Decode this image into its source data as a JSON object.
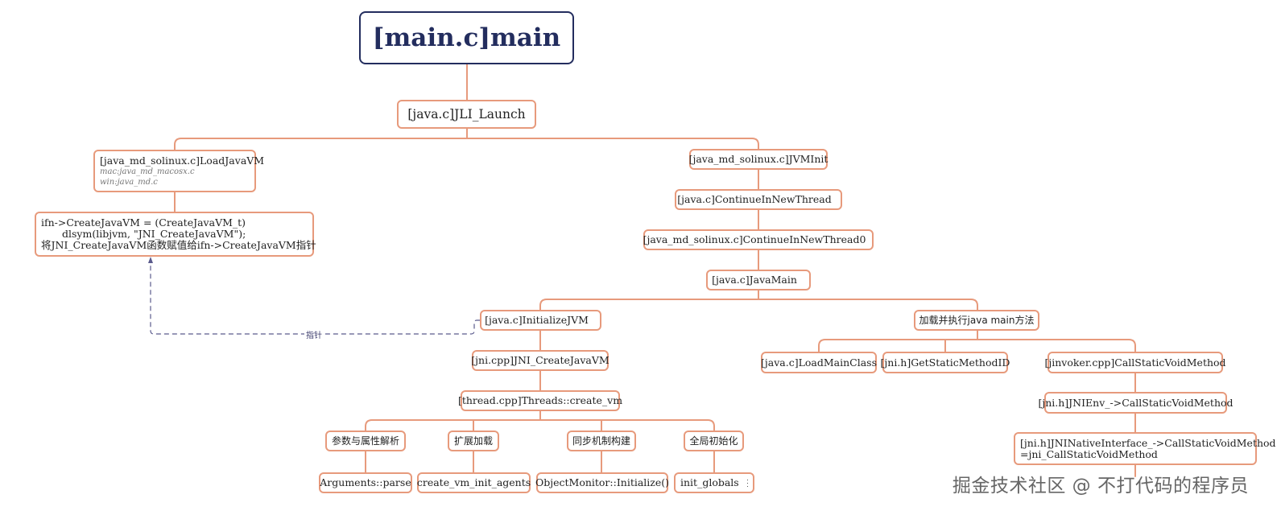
{
  "colors": {
    "edge": "#e79a7c",
    "root_border": "#232d5e",
    "pointer": "#5a5a8c"
  },
  "nodes": {
    "main": "[main.c]main",
    "jli_launch": "[java.c]JLI_Launch",
    "load_java_vm": "[java_md_solinux.c]LoadJavaVM",
    "load_java_vm_mac": "mac:java_md_macosx.c",
    "load_java_vm_win": "win:java_md.c",
    "ifn_line1": "ifn->CreateJavaVM = (CreateJavaVM_t)",
    "ifn_line2": "dlsym(libjvm, \"JNI_CreateJavaVM\");",
    "ifn_line3": "将JNI_CreateJavaVM函数赋值给ifn->CreateJavaVM指针",
    "jvm_init": "[java_md_solinux.c]JVMInit",
    "continue_new_thread": "[java.c]ContinueInNewThread",
    "continue_new_thread0": "[java_md_solinux.c]ContinueInNewThread0",
    "java_main": "[java.c]JavaMain",
    "initialize_jvm": "[java.c]InitializeJVM",
    "jni_create_java_vm": "[jni.cpp]JNI_CreateJavaVM",
    "threads_create_vm": "[thread.cpp]Threads::create_vm",
    "args_parse_cn": "参数与属性解析",
    "ext_load_cn": "扩展加载",
    "sync_build_cn": "同步机制构建",
    "global_init_cn": "全局初始化",
    "arguments_parse": "Arguments::parse",
    "create_vm_init_agents": "create_vm_init_agents",
    "object_monitor_init": "ObjectMonitor::Initialize()",
    "init_globals": "init_globals",
    "load_exec_main_cn": "加载并执行java main方法",
    "load_main_class": "[java.c]LoadMainClass",
    "get_static_method_id": "[jni.h]GetStaticMethodID",
    "call_static_void_method": "[jinvoker.cpp]CallStaticVoidMethod",
    "jni_env_call": "[jni.h]JNIEnv_->CallStaticVoidMethod",
    "jni_native_iface_line1": "[jni.h]JNINativeInterface_->CallStaticVoidMethod",
    "jni_native_iface_line2": "=jni_CallStaticVoidMethod"
  },
  "pointer_label": "指针",
  "watermark": "掘金技术社区 @ 不打代码的程序员"
}
